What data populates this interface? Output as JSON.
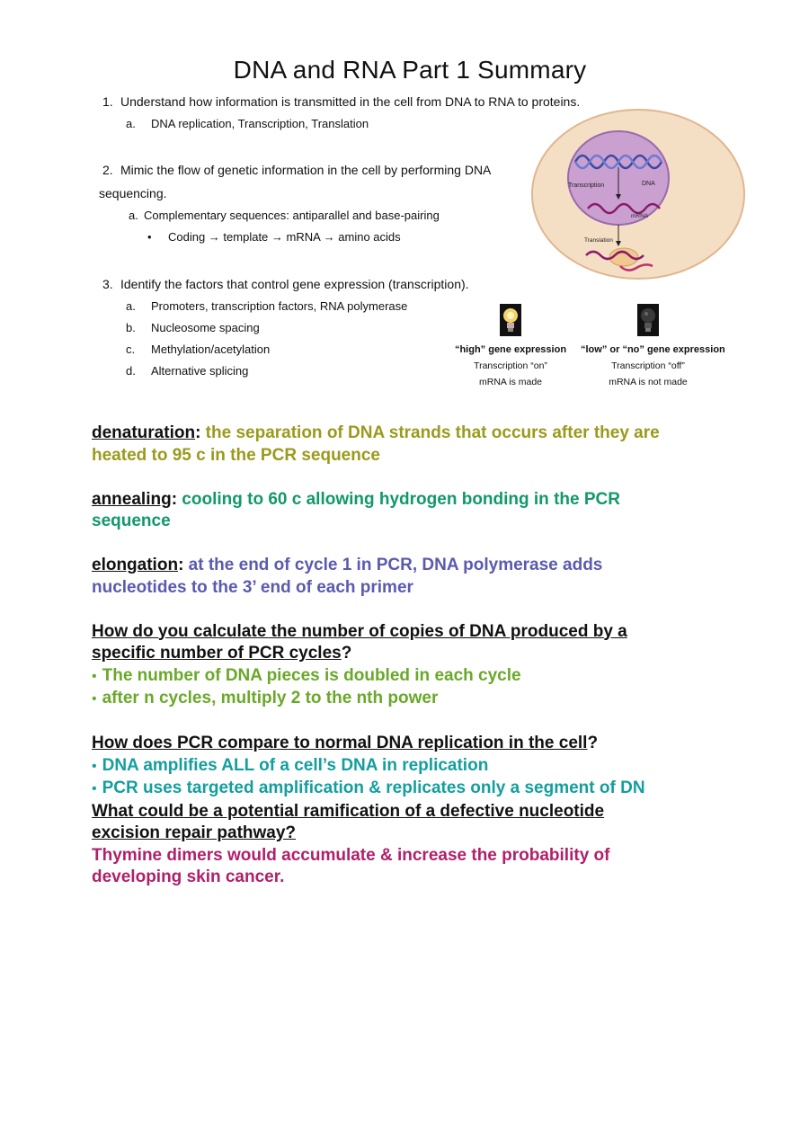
{
  "title": "DNA and RNA Part 1 Summary",
  "objectives": [
    {
      "num": "1.",
      "text": "Understand how information is transmitted in the cell from DNA to RNA to proteins.",
      "subs": [
        {
          "letter": "a.",
          "text": "DNA replication, Transcription, Translation"
        }
      ]
    },
    {
      "num": "2.",
      "text": "Mimic the flow of genetic information in the cell by performing DNA",
      "text2": "sequencing.",
      "subs": [
        {
          "letter": "a.",
          "text": "Complementary sequences: antiparallel and base-pairing"
        }
      ],
      "bullet": "Coding → template → mRNA → amino acids"
    },
    {
      "num": "3.",
      "text": "Identify the factors that control gene expression (transcription).",
      "subs": [
        {
          "letter": "a.",
          "text": "Promoters, transcription factors, RNA polymerase"
        },
        {
          "letter": "b.",
          "text": "Nucleosome spacing"
        },
        {
          "letter": "c.",
          "text": "Methylation/acetylation"
        },
        {
          "letter": "d.",
          "text": "Alternative splicing"
        }
      ]
    }
  ],
  "diagram": {
    "labels": {
      "transcription": "Transcription",
      "dna": "DNA",
      "mrna": "mRNA",
      "translation": "Translation"
    }
  },
  "bulbs": {
    "high": {
      "caption": "“high” gene expression",
      "line1": "Transcription “on”",
      "line2": "mRNA is made"
    },
    "low": {
      "caption": "“low” or “no” gene expression",
      "line1": "Transcription “off”",
      "line2": "mRNA is not made"
    }
  },
  "notes": {
    "denaturation": {
      "term": "denaturation",
      "colon": ":",
      "line1": " the separation of DNA strands that occurs after they are",
      "line2": "heated to 95 c in the PCR sequence"
    },
    "annealing": {
      "term": "annealing",
      "colon": ":",
      "line1": " cooling to 60 c allowing hydrogen bonding in the PCR",
      "line2": "sequence"
    },
    "elongation": {
      "term": "elongation",
      "colon": ":",
      "line1": " at the end of cycle 1 in PCR, DNA polymerase adds",
      "line2": "nucleotides to the 3’ end of each primer"
    },
    "q1": {
      "line1": "How do you calculate the number of copies of DNA produced by a",
      "line2": "specific number of PCR cycles",
      "mark": "?",
      "answers": [
        "The number of DNA pieces is doubled in each cycle",
        "after n cycles, multiply 2 to the nth power"
      ]
    },
    "q2": {
      "line1": "How does PCR compare to normal DNA replication in the cell",
      "mark": "?",
      "answers": [
        "DNA amplifies ALL of a cell’s DNA in replication",
        "PCR uses targeted amplification & replicates only a segment of DN"
      ]
    },
    "q3": {
      "line1": "What could be a potential ramification of a defective nucleotide",
      "line2": "excision repair pathway?",
      "answer1": "Thymine dimers would accumulate & increase the probability of",
      "answer2": "developing skin cancer."
    }
  },
  "bullet_char": "•",
  "colors": {
    "olive": "#9a9a1c",
    "green": "#12986a",
    "purple": "#5a5ab0",
    "lime": "#6aa82a",
    "teal": "#149e9e",
    "magenta": "#b0206a"
  }
}
